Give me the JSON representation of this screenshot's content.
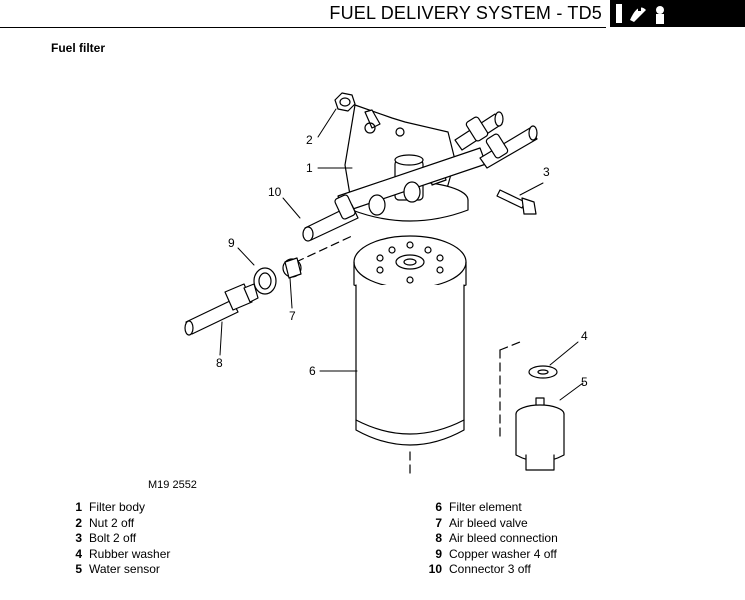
{
  "header": {
    "title": "FUEL DELIVERY SYSTEM - TD5"
  },
  "section": {
    "title": "Fuel filter"
  },
  "figure": {
    "reference": "M19 2552",
    "callouts": [
      "1",
      "2",
      "3",
      "4",
      "5",
      "6",
      "7",
      "8",
      "9",
      "10"
    ]
  },
  "legend": {
    "left": [
      {
        "num": "1",
        "label": "Filter body"
      },
      {
        "num": "2",
        "label": "Nut 2 off"
      },
      {
        "num": "3",
        "label": "Bolt 2 off"
      },
      {
        "num": "4",
        "label": "Rubber washer"
      },
      {
        "num": "5",
        "label": "Water sensor"
      }
    ],
    "right": [
      {
        "num": "6",
        "label": "Filter element"
      },
      {
        "num": "7",
        "label": "Air bleed valve"
      },
      {
        "num": "8",
        "label": "Air bleed connection"
      },
      {
        "num": "9",
        "label": "Copper washer 4 off"
      },
      {
        "num": "10",
        "label": "Connector 3 off"
      }
    ]
  }
}
